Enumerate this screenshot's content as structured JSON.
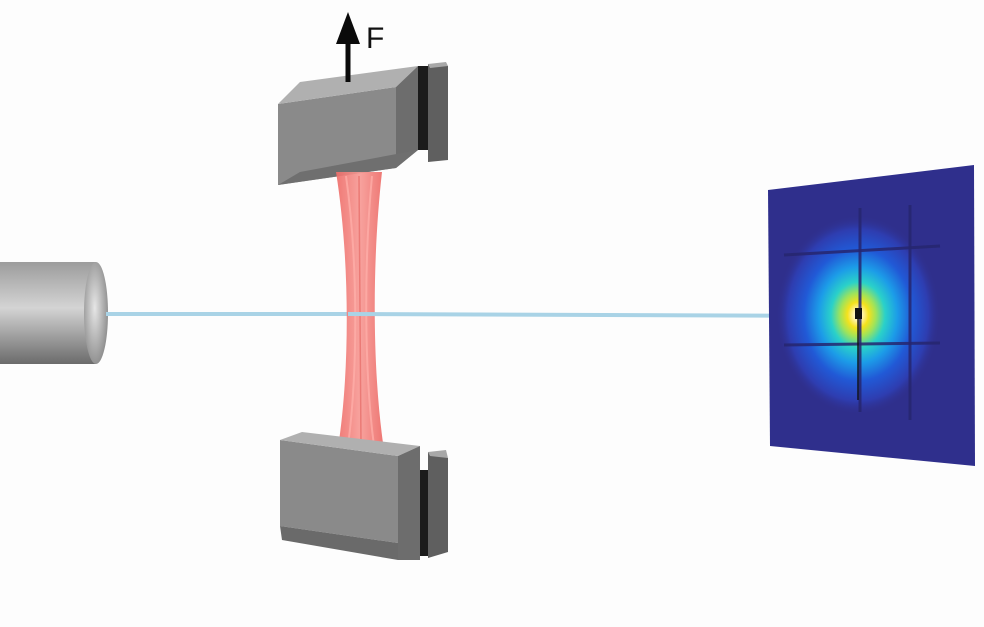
{
  "diagram": {
    "force_label": "F",
    "components": [
      "x-ray-source",
      "sample-fiber",
      "upper-clamp",
      "lower-clamp",
      "detector"
    ]
  },
  "colors": {
    "background": "#fdfdfd",
    "clamp_front": "#8a8a8a",
    "clamp_top": "#b0b0b0",
    "clamp_side": "#5f5f5f",
    "clamp_slot": "#1b1b1b",
    "sample": "#f17a76",
    "beam": "#a9d3e6",
    "detector_bg": "#2f2f8c",
    "arrow": "#0a0a0a"
  }
}
